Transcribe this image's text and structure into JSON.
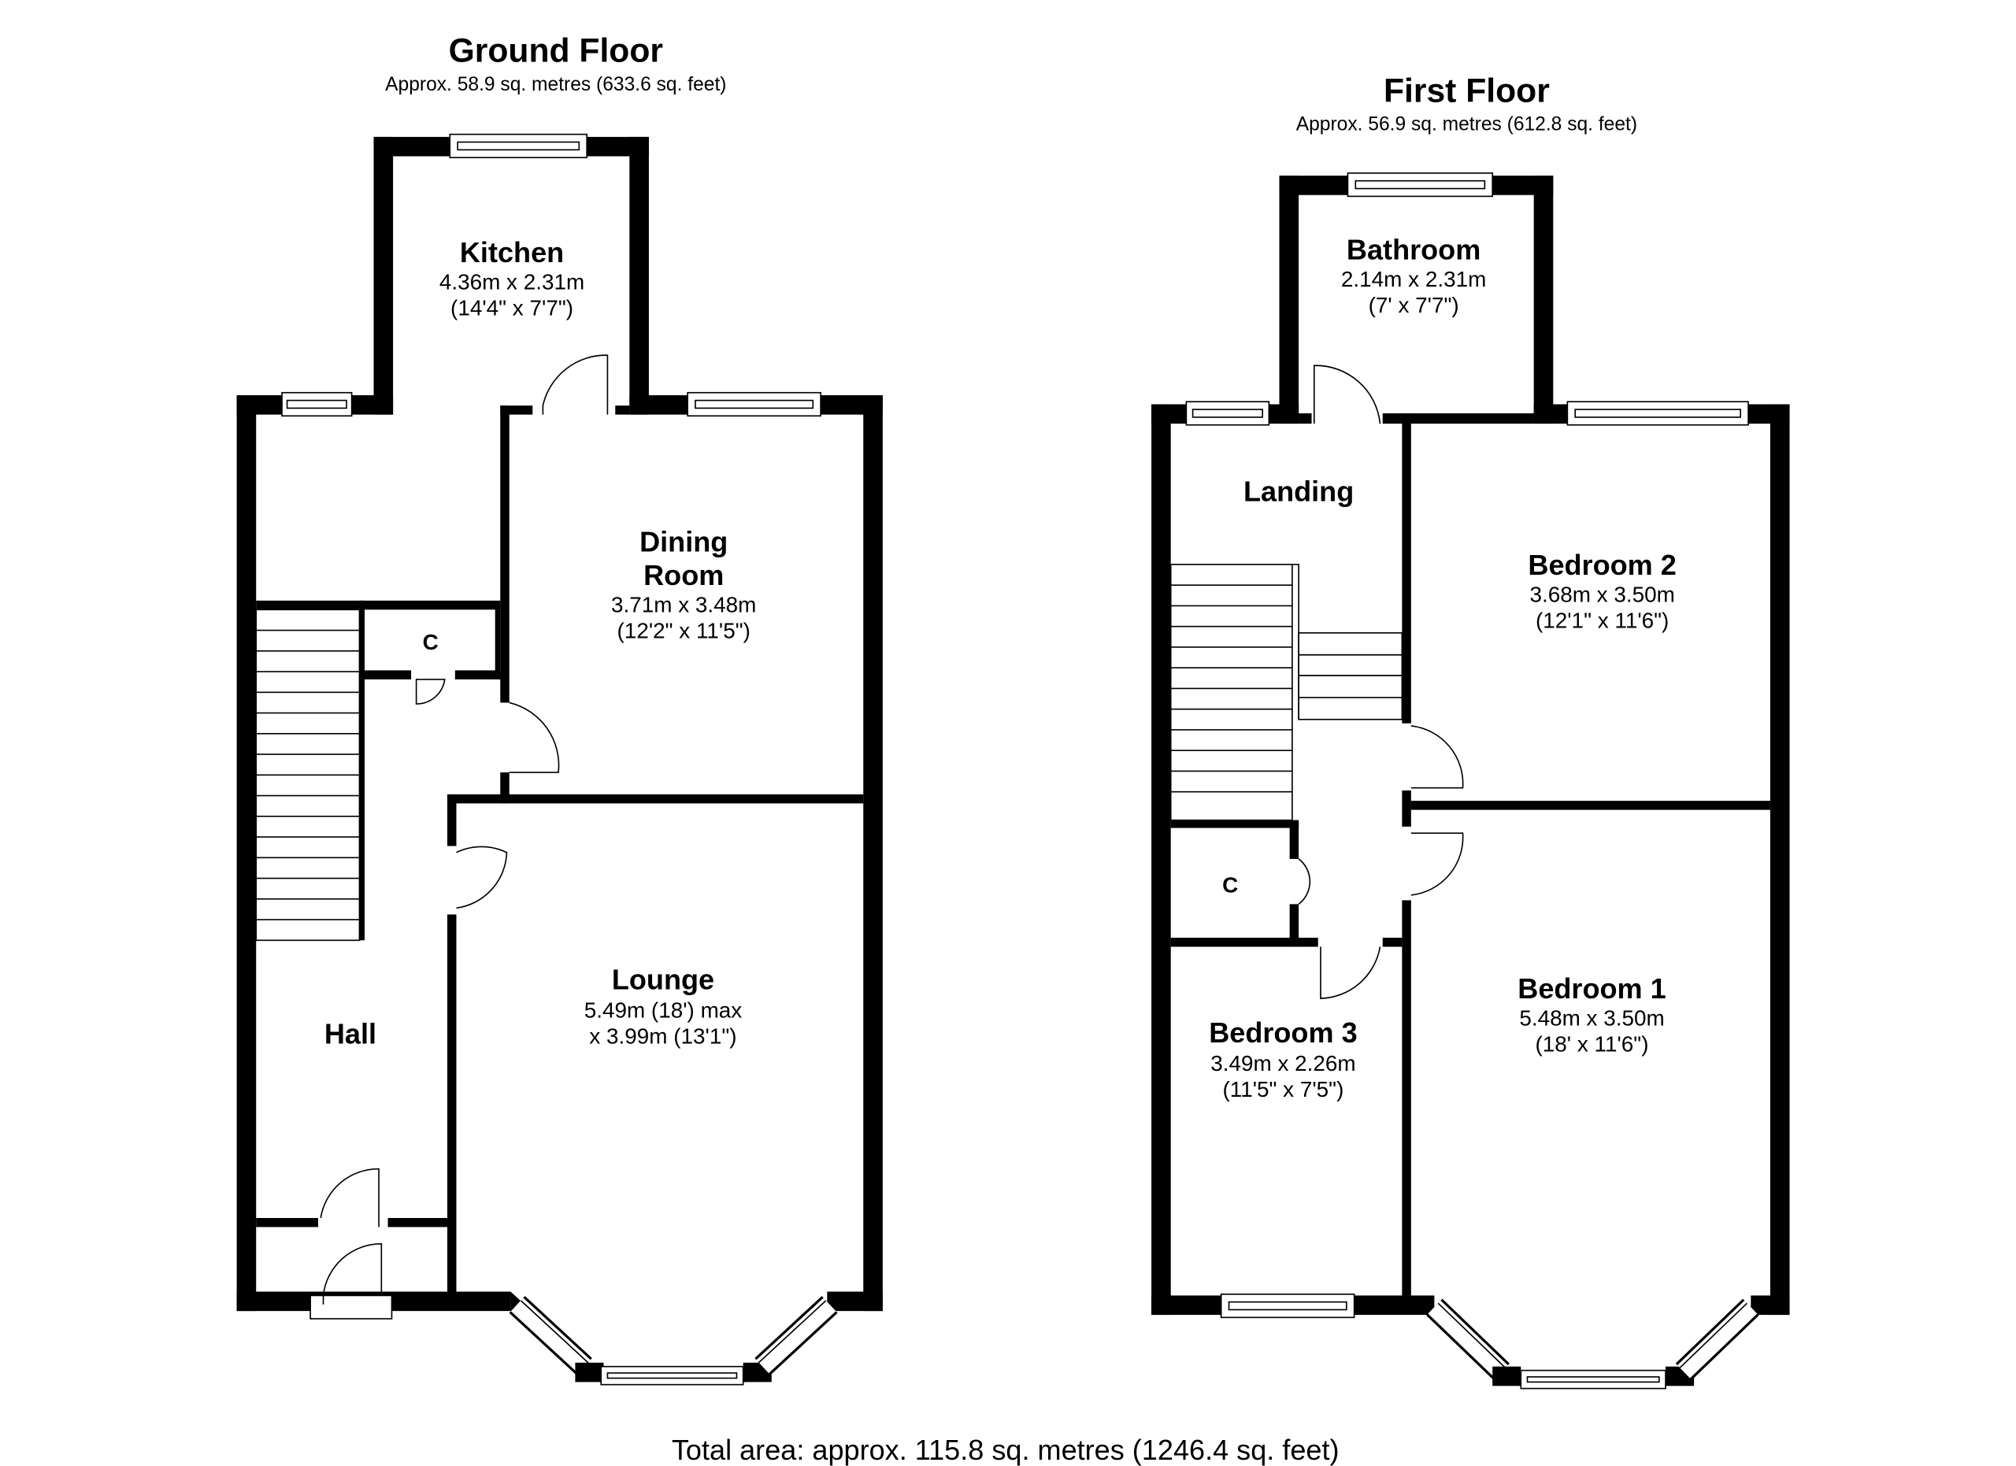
{
  "ground_floor": {
    "title": "Ground Floor",
    "area": "Approx. 58.9 sq. metres (633.6 sq. feet)",
    "rooms": [
      {
        "name": "Kitchen",
        "dim_m": "4.36m x 2.31m",
        "dim_ft": "(14'4\" x 7'7\")"
      },
      {
        "name": "Dining",
        "name2": "Room",
        "dim_m": "3.71m x 3.48m",
        "dim_ft": "(12'2\" x 11'5\")"
      },
      {
        "name": "Lounge",
        "dim_m": "5.49m (18') max",
        "dim_ft": "x 3.99m (13'1\")"
      },
      {
        "name": "Hall"
      },
      {
        "name": "C"
      }
    ]
  },
  "first_floor": {
    "title": "First Floor",
    "area": "Approx. 56.9 sq. metres (612.8 sq. feet)",
    "rooms": [
      {
        "name": "Bathroom",
        "dim_m": "2.14m x 2.31m",
        "dim_ft": "(7' x 7'7\")"
      },
      {
        "name": "Landing"
      },
      {
        "name": "Bedroom 2",
        "dim_m": "3.68m x 3.50m",
        "dim_ft": "(12'1\" x 11'6\")"
      },
      {
        "name": "C"
      },
      {
        "name": "Bedroom 3",
        "dim_m": "3.49m x 2.26m",
        "dim_ft": "(11'5\" x 7'5\")"
      },
      {
        "name": "Bedroom 1",
        "dim_m": "5.48m x 3.50m",
        "dim_ft": "(18' x 11'6\")"
      }
    ]
  },
  "total_area": "Total area: approx. 115.8 sq. metres (1246.4 sq. feet)"
}
